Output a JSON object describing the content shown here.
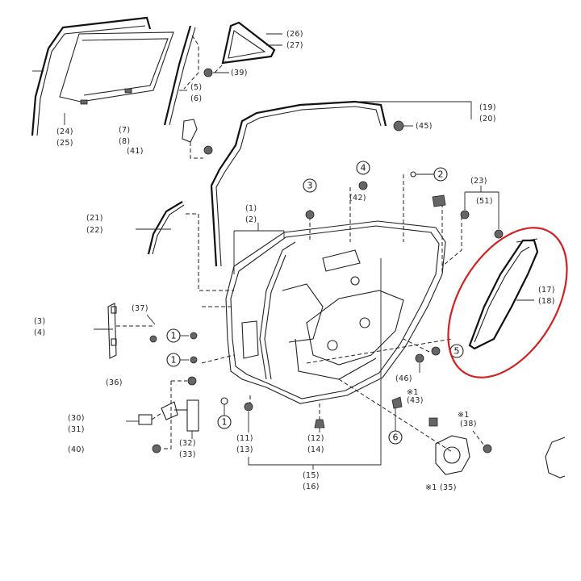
{
  "labels": {
    "p24": "(24)",
    "p25": "(25)",
    "p7": "(7)",
    "p8": "(8)",
    "p41": "(41)",
    "p5": "(5)",
    "p6": "(6)",
    "p26": "(26)",
    "p27": "(27)",
    "p39": "(39)",
    "p19": "(19)",
    "p20": "(20)",
    "p45": "(45)",
    "p23": "(23)",
    "p51": "(51)",
    "p42": "(42)",
    "p1": "(1)",
    "p2": "(2)",
    "p21": "(21)",
    "p22": "(22)",
    "p3": "(3)",
    "p4": "(4)",
    "p37": "(37)",
    "p36": "(36)",
    "p17": "(17)",
    "p18": "(18)",
    "p46": "(46)",
    "p43": "(43)",
    "x43": "※1",
    "p38": "(38)",
    "x38": "※1",
    "p30": "(30)",
    "p31": "(31)",
    "p40": "(40)",
    "p32": "(32)",
    "p33": "(33)",
    "p11": "(11)",
    "p13": "(13)",
    "p12": "(12)",
    "p14": "(14)",
    "p15": "(15)",
    "p16": "(16)",
    "p35": "(35)",
    "x35": "※1"
  },
  "callouts": {
    "c1a": "1",
    "c1b": "1",
    "c1c": "1",
    "c2": "2",
    "c3": "3",
    "c4": "4",
    "c5": "5",
    "c6": "6"
  },
  "highlight": {
    "color": "#d32020",
    "target_part": "(17) (18)"
  }
}
